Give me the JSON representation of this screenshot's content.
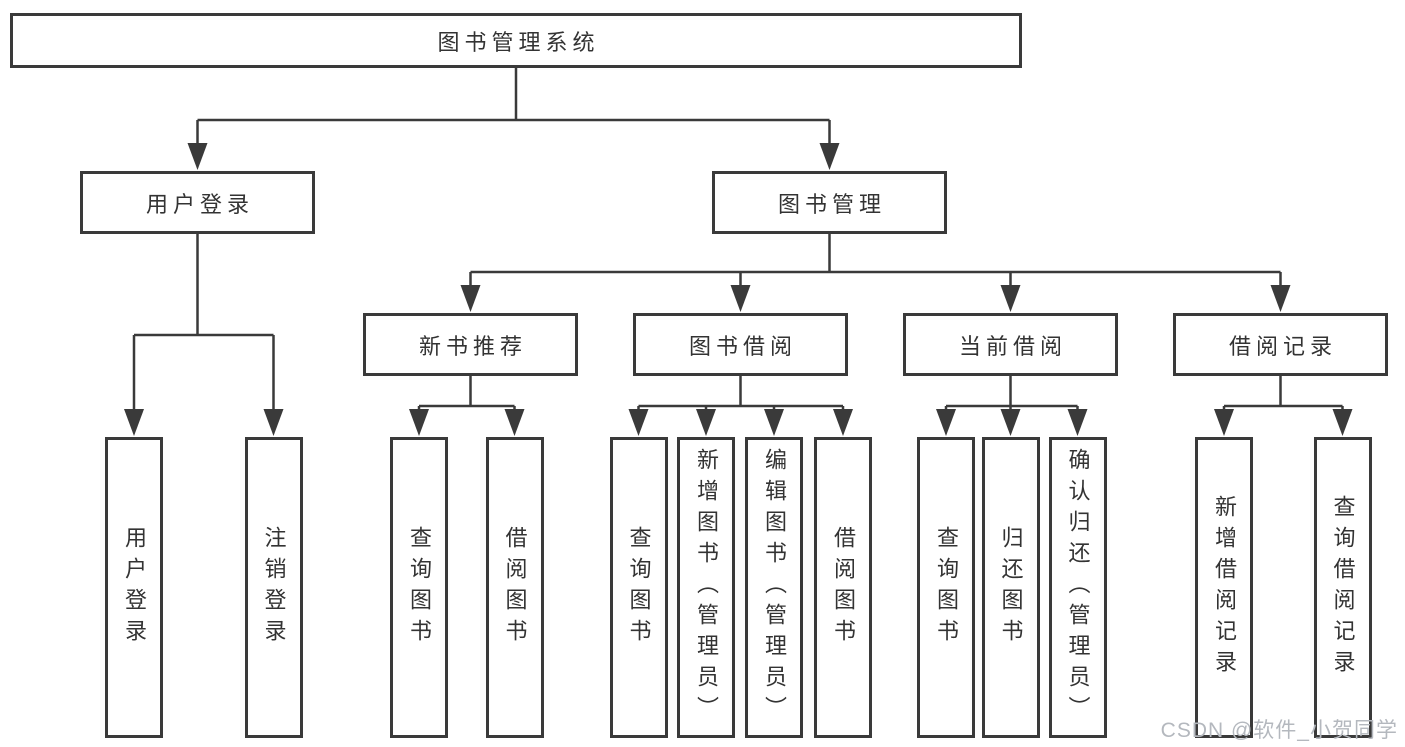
{
  "tree": {
    "root": {
      "label": "图书管理系统"
    },
    "user_login": {
      "label": "用户登录",
      "children": [
        {
          "label": "用户登录"
        },
        {
          "label": "注销登录"
        }
      ]
    },
    "book_management": {
      "label": "图书管理",
      "groups": [
        {
          "label": "新书推荐",
          "children": [
            {
              "label": "查询图书"
            },
            {
              "label": "借阅图书"
            }
          ]
        },
        {
          "label": "图书借阅",
          "children": [
            {
              "label": "查询图书"
            },
            {
              "label": "新增图书（管理员）"
            },
            {
              "label": "编辑图书（管理员）"
            },
            {
              "label": "借阅图书"
            }
          ]
        },
        {
          "label": "当前借阅",
          "children": [
            {
              "label": "查询图书"
            },
            {
              "label": "归还图书"
            },
            {
              "label": "确认归还（管理员）"
            }
          ]
        },
        {
          "label": "借阅记录",
          "children": [
            {
              "label": "新增借阅记录"
            },
            {
              "label": "查询借阅记录"
            }
          ]
        }
      ]
    }
  },
  "watermark": {
    "text": "CSDN @软件_小贺同学"
  },
  "colors": {
    "line": "#3a3a3a",
    "text": "#333333",
    "box_fill": "#ffffff",
    "background": "#ffffff",
    "watermark": "#b4b8be"
  }
}
